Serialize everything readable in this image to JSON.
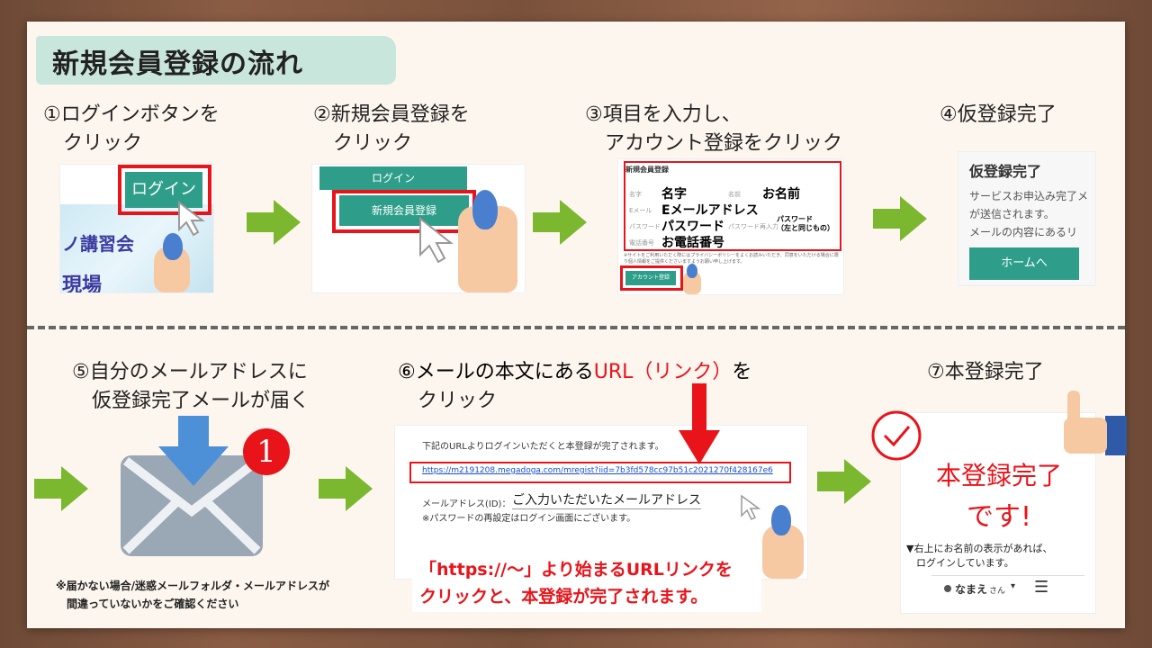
{
  "title": "新規会員登録の流れ",
  "steps": {
    "s1": "①ログインボタンを\n　クリック",
    "s2": "②新規会員登録を\n　クリック",
    "s3": "③項目を入力し、\n　アカウント登録をクリック",
    "s4": "④仮登録完了",
    "s5": "⑤自分のメールアドレスに\n　仮登録完了メールが届く",
    "s6a": "⑥メールの本文にある",
    "s6b": "URL（リンク）",
    "s6c": "を",
    "s6d": "　クリック",
    "s7": "⑦本登録完了"
  },
  "shot1": {
    "login": "ログイン",
    "bg_text": "ノ講習会",
    "bg_text2": "現場"
  },
  "shot2": {
    "login": "ログイン",
    "register": "新規会員登録"
  },
  "shot3": {
    "header": "新規会員登録",
    "l_sei": "名字",
    "l_name": "名前",
    "sei": "名字",
    "name": "お名前",
    "l_mail": "Eメール",
    "mail": "Eメールアドレス",
    "l_pass": "パスワード",
    "pass": "パスワード",
    "l_pass2": "パスワード再入力",
    "pass2": "パスワード\n（左と同じもの）",
    "l_tel": "電話番号",
    "tel": "お電話番号",
    "note": "※サイトをご利用いただく際にはプライバシーポリシーをよくお読みいただき、同意をいただける場合に限り個人情報をご提供くださいますようお願い申し上げます。",
    "submit": "アカウント登録"
  },
  "shot4": {
    "title": "仮登録完了",
    "line1": "サービスお申込み完了メ",
    "line2": "が送信されます。",
    "line3": "メールの内容にあるリ",
    "button": "ホームへ"
  },
  "shot5": {
    "badge": "1"
  },
  "shot6": {
    "line1": "下記のURLよりログインいただくと本登録が完了されます。",
    "url": "https://m2191208.megadoga.com/mregist?iid=7b3fd578cc97b51c2021270f428167e6",
    "mail_label": "メールアドレス(ID)：",
    "mail_value": "ご入力いただいたメールアドレス",
    "pw_note": "※パスワードの再設定はログイン画面にございます。",
    "notice1": "「https://～」より始まるURLリンクを",
    "notice2": "クリックと、本登録が完了されます。"
  },
  "shot7": {
    "done1": "本登録完了",
    "done2": "です!",
    "note1": "▼右上にお名前の表示があれば、",
    "note2": "　ログインしています。",
    "user": "なまえ",
    "suffix": "さん"
  },
  "footnote1": "※届かない場合/迷惑メールフォルダ・メールアドレスが",
  "footnote2": "　間違っていないかをご確認ください",
  "colors": {
    "accent_green": "#7cb82f",
    "teal": "#2e9e8a",
    "red": "#e8141a"
  }
}
